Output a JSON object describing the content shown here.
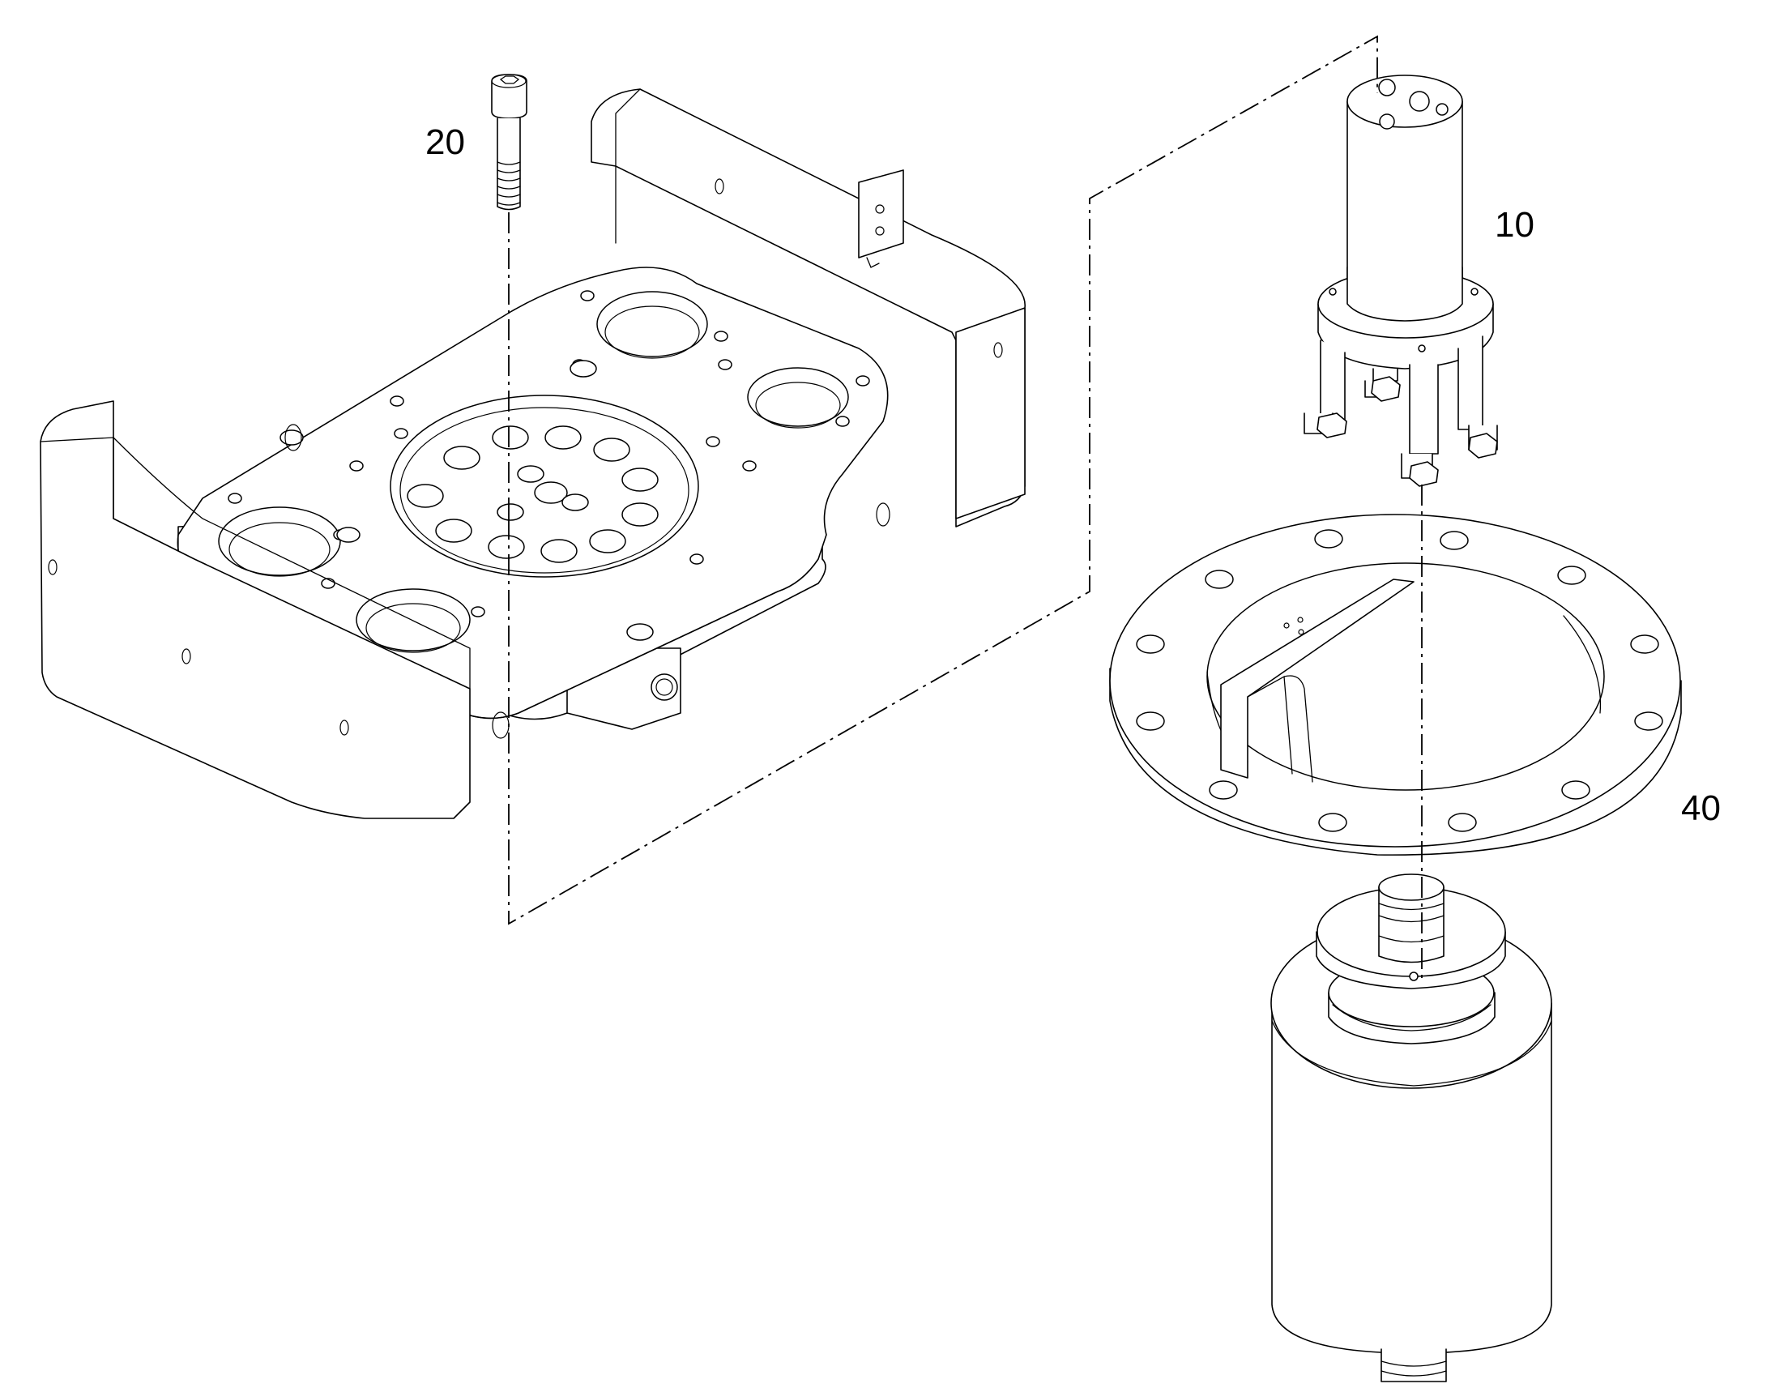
{
  "callouts": {
    "part_10": "10",
    "part_20": "20",
    "part_40": "40"
  },
  "colors": {
    "line": "#000000",
    "background": "#ffffff"
  }
}
